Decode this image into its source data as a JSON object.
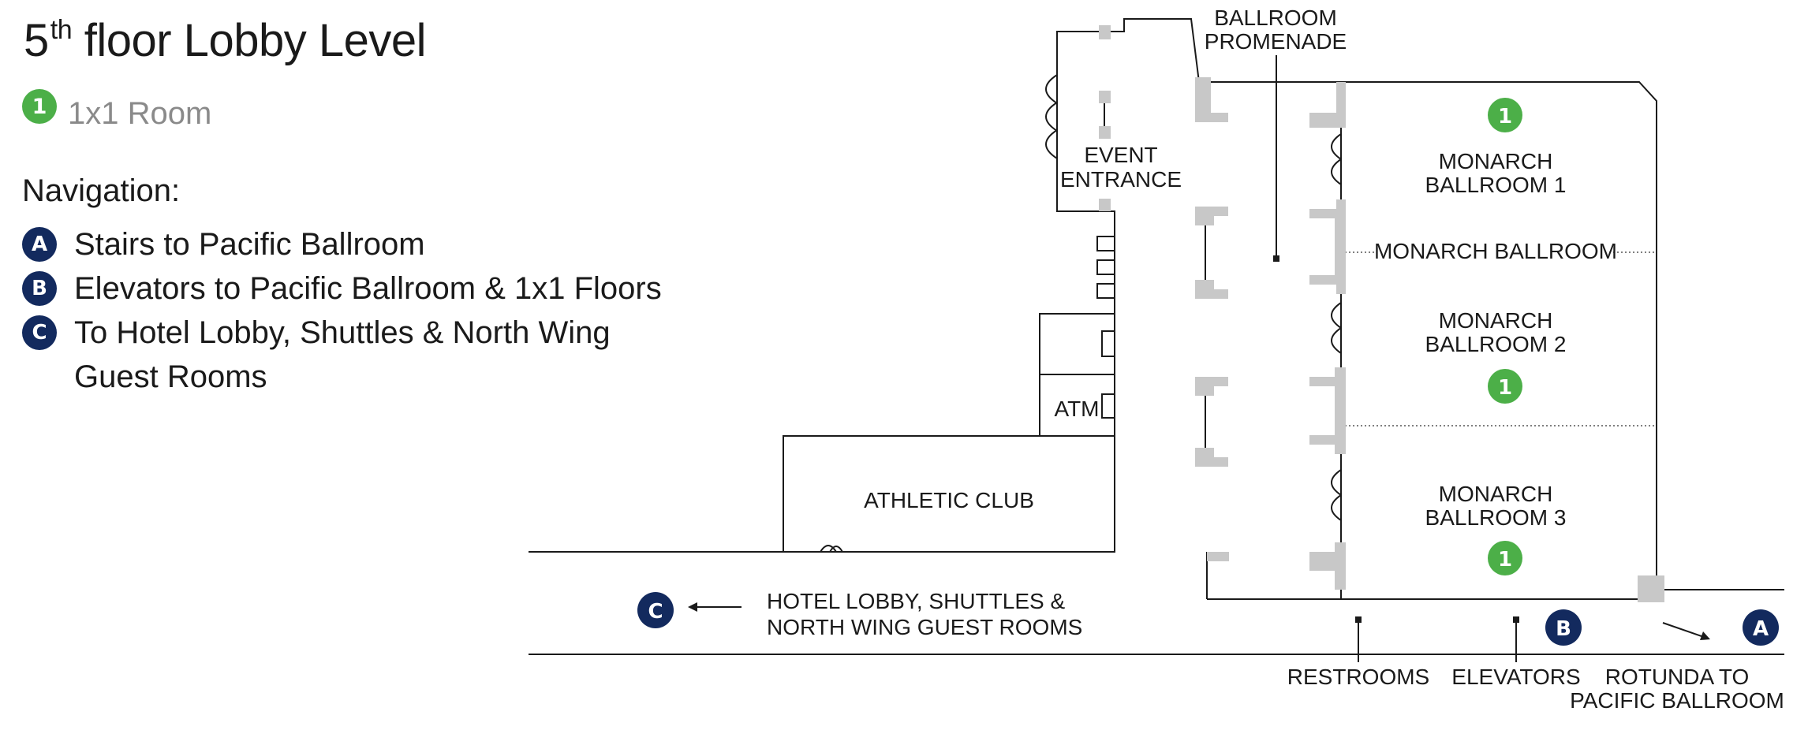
{
  "title": {
    "main": "5",
    "sup": "th",
    "rest": " floor Lobby Level"
  },
  "legend": {
    "badge": "1",
    "label": "1x1 Room",
    "badge_color": "#4caf48"
  },
  "navigation": {
    "heading": "Navigation:",
    "items": [
      {
        "badge": "A",
        "text": "Stairs to Pacific Ballroom"
      },
      {
        "badge": "B",
        "text": "Elevators to Pacific Ballroom & 1x1 Floors"
      },
      {
        "badge": "C",
        "text": "To Hotel Lobby, Shuttles & North Wing\nGuest Rooms"
      }
    ],
    "badge_color": "#132a5e"
  },
  "map": {
    "labels": {
      "ballroom_promenade_1": "BALLROOM",
      "ballroom_promenade_2": "PROMENADE",
      "event_entrance_1": "EVENT",
      "event_entrance_2": "ENTRANCE",
      "monarch1_1": "MONARCH",
      "monarch1_2": "BALLROOM 1",
      "monarch_ballroom": "MONARCH BALLROOM",
      "monarch2_1": "MONARCH",
      "monarch2_2": "BALLROOM 2",
      "monarch3_1": "MONARCH",
      "monarch3_2": "BALLROOM 3",
      "atm": "ATM",
      "athletic_club": "ATHLETIC CLUB",
      "hotel_lobby_1": "HOTEL LOBBY, SHUTTLES &",
      "hotel_lobby_2": "NORTH WING GUEST ROOMS",
      "restrooms": "RESTROOMS",
      "elevators": "ELEVATORS",
      "rotunda_1": "ROTUNDA TO",
      "rotunda_2": "PACIFIC BALLROOM"
    },
    "room_badge": "1",
    "marker_a": "A",
    "marker_b": "B",
    "marker_c": "C"
  }
}
